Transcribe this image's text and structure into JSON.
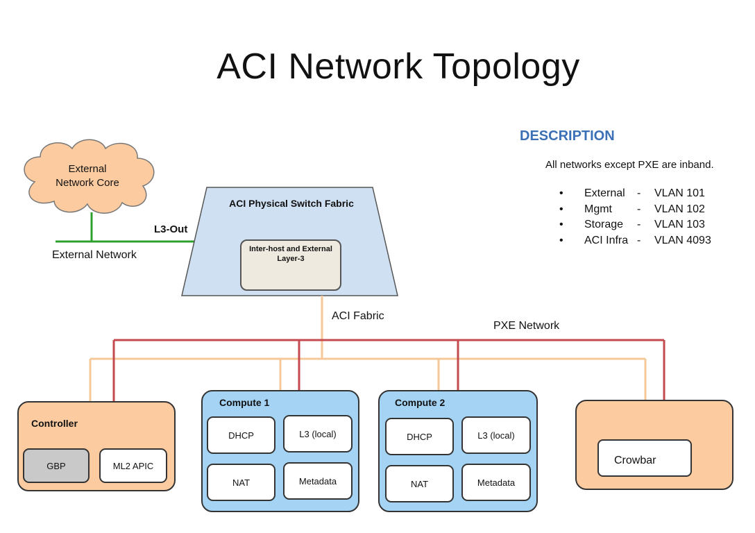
{
  "title": "ACI Network Topology",
  "description": {
    "heading": "DESCRIPTION",
    "text": "All networks except PXE are inband.",
    "vlans": [
      {
        "bullet": "•",
        "name": "External",
        "dash": "-",
        "vlan": "VLAN 101"
      },
      {
        "bullet": "•",
        "name": "Mgmt",
        "dash": "-",
        "vlan": "VLAN 102"
      },
      {
        "bullet": "•",
        "name": "Storage",
        "dash": "-",
        "vlan": "VLAN 103"
      },
      {
        "bullet": "•",
        "name": "ACI Infra",
        "dash": "-",
        "vlan": "VLAN 4093"
      }
    ]
  },
  "external": {
    "cloud_line1": "External",
    "cloud_line2": "Network Core",
    "network_label": "External Network",
    "l3out_label": "L3-Out"
  },
  "fabric": {
    "title": "ACI Physical Switch Fabric",
    "inner_line1": "Inter-host and External",
    "inner_line2": "Layer-3",
    "aci_fabric_label": "ACI Fabric",
    "pxe_label": "PXE Network"
  },
  "controller": {
    "title": "Controller",
    "services": [
      "GBP",
      "ML2 APIC"
    ]
  },
  "compute1": {
    "title": "Compute 1",
    "services": [
      "DHCP",
      "L3 (local)",
      "NAT",
      "Metadata"
    ]
  },
  "compute2": {
    "title": "Compute 2",
    "services": [
      "DHCP",
      "L3 (local)",
      "NAT",
      "Metadata"
    ]
  },
  "crowbar": {
    "label": "Crowbar"
  },
  "colors": {
    "aci_fabric_line": "#f5c899",
    "pxe_line": "#c44a4f",
    "external_line": "#2ea02e",
    "fabric_fill": "#cfe0f3",
    "orange_node": "#fccba0",
    "blue_node": "#a4d3f3",
    "heading": "#3b6fb6"
  }
}
